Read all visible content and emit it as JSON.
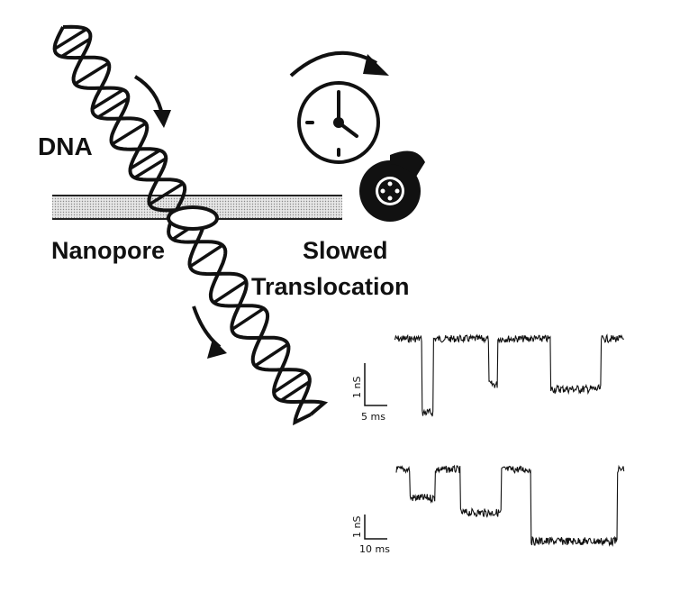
{
  "labels": {
    "dna": "DNA",
    "nanopore": "Nanopore",
    "slowed_line1": "Slowed",
    "slowed_line2": "Translocation"
  },
  "icons": [
    "clock-icon",
    "clockwise-arrow-icon",
    "brake-disc-icon",
    "rotation-arrow-icon"
  ],
  "traces": [
    {
      "name": "top-trace",
      "scale_y": "1 nS",
      "scale_x": "5 ms",
      "events": [
        {
          "start": 0.12,
          "end": 0.17,
          "depth": 1.0
        },
        {
          "start": 0.41,
          "end": 0.45,
          "depth": 0.62
        },
        {
          "start": 0.68,
          "end": 0.9,
          "depth": 0.68
        }
      ]
    },
    {
      "name": "bottom-trace",
      "scale_y": "1 nS",
      "scale_x": "10 ms",
      "events": [
        {
          "start": 0.06,
          "end": 0.17,
          "depth": 0.33
        },
        {
          "start": 0.28,
          "end": 0.46,
          "depth": 0.5
        },
        {
          "start": 0.59,
          "end": 0.97,
          "depth": 0.83
        }
      ]
    }
  ]
}
